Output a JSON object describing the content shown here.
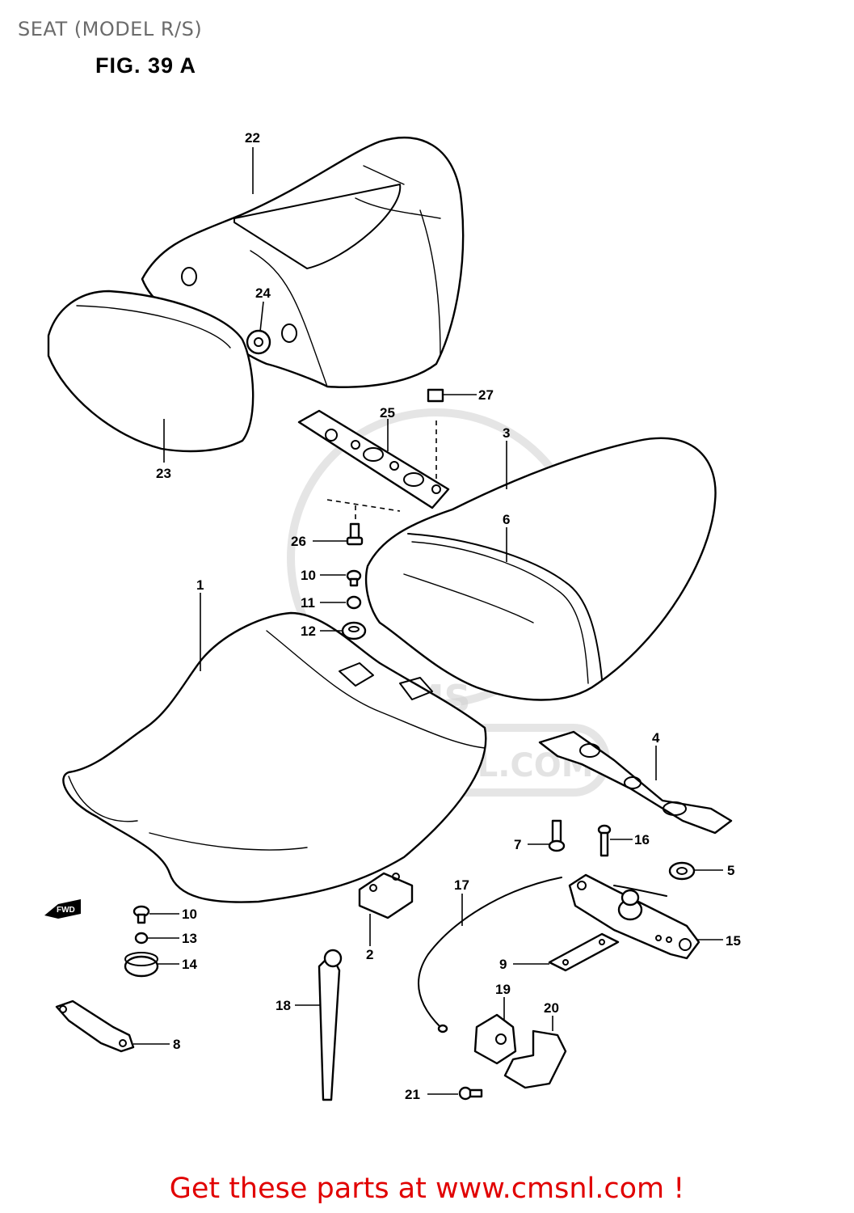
{
  "header": {
    "title": "SEAT (MODEL R/S)"
  },
  "figure": {
    "label": "FIG. 39 A"
  },
  "watermark": {
    "text": "WWW.CMSNL.COM",
    "logo_letters": "CMS"
  },
  "fwd_marker": "FWD",
  "callouts": [
    "22",
    "24",
    "23",
    "27",
    "25",
    "3",
    "6",
    "26",
    "10",
    "11",
    "12",
    "1",
    "4",
    "7",
    "16",
    "5",
    "17",
    "15",
    "9",
    "2",
    "19",
    "20",
    "10",
    "13",
    "14",
    "18",
    "8",
    "21"
  ],
  "footer": {
    "text": "Get these parts at www.cmsnl.com !"
  },
  "colors": {
    "footer": "#e10000",
    "title": "#6b6b6b",
    "line_art": "#000000",
    "watermark": "#cfcfcf"
  }
}
